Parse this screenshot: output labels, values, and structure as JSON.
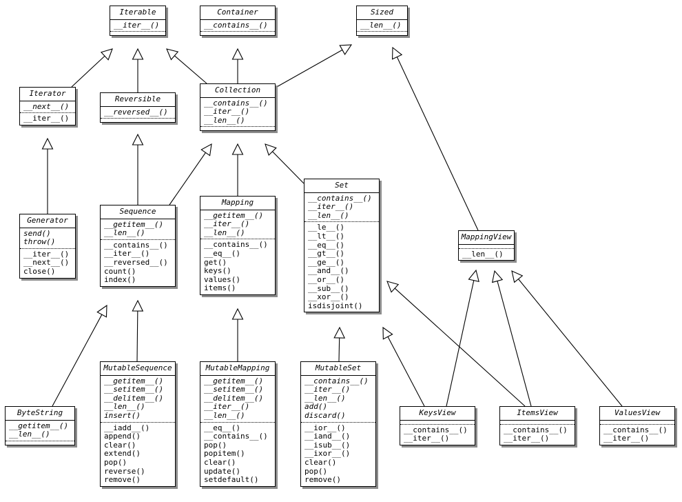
{
  "classes": [
    {
      "id": "iterable",
      "name": "Iterable",
      "abstract": [
        "__iter__()"
      ],
      "concrete": []
    },
    {
      "id": "container",
      "name": "Container",
      "abstract": [
        "__contains__()"
      ],
      "concrete": []
    },
    {
      "id": "sized",
      "name": "Sized",
      "abstract": [
        "__len__()"
      ],
      "concrete": []
    },
    {
      "id": "iterator",
      "name": "Iterator",
      "abstract": [
        "__next__()"
      ],
      "concrete": [
        "__iter__()"
      ]
    },
    {
      "id": "reversible",
      "name": "Reversible",
      "abstract": [
        "__reversed__()"
      ],
      "concrete": []
    },
    {
      "id": "collection",
      "name": "Collection",
      "abstract": [
        "__contains__()",
        "__iter__()",
        "__len__()"
      ],
      "concrete": []
    },
    {
      "id": "generator",
      "name": "Generator",
      "abstract": [
        "send()",
        "throw()"
      ],
      "concrete": [
        "__iter__()",
        "__next__()",
        "close()"
      ]
    },
    {
      "id": "sequence",
      "name": "Sequence",
      "abstract": [
        "__getitem__()",
        "__len__()"
      ],
      "concrete": [
        "__contains__()",
        "__iter__()",
        "__reversed__()",
        "count()",
        "index()"
      ]
    },
    {
      "id": "mapping",
      "name": "Mapping",
      "abstract": [
        "__getitem__()",
        "__iter__()",
        "__len__()"
      ],
      "concrete": [
        "__contains__()",
        "__eq__()",
        "get()",
        "keys()",
        "values()",
        "items()"
      ]
    },
    {
      "id": "set",
      "name": "Set",
      "abstract": [
        "__contains__()",
        "__iter__()",
        "__len__()"
      ],
      "concrete": [
        "__le__()",
        "__lt__()",
        "__eq__()",
        "__gt__()",
        "__ge__()",
        "__and__()",
        "__or__()",
        "__sub__()",
        "__xor__()",
        "isdisjoint()"
      ]
    },
    {
      "id": "mappingview",
      "name": "MappingView",
      "abstract": [],
      "concrete": [
        "__len__()"
      ]
    },
    {
      "id": "bytestring",
      "name": "ByteString",
      "abstract": [
        "__getitem__()",
        "__len__()"
      ],
      "concrete": []
    },
    {
      "id": "mutablesequence",
      "name": "MutableSequence",
      "abstract": [
        "__getitem__()",
        "__setitem__()",
        "__delitem__()",
        "__len__()",
        "insert()"
      ],
      "concrete": [
        "__iadd__()",
        "append()",
        "clear()",
        "extend()",
        "pop()",
        "reverse()",
        "remove()"
      ]
    },
    {
      "id": "mutablemapping",
      "name": "MutableMapping",
      "abstract": [
        "__getitem__()",
        "__setitem__()",
        "__delitem__()",
        "__iter__()",
        "__len__()"
      ],
      "concrete": [
        "__eq__()",
        "__contains__()",
        "pop()",
        "popitem()",
        "clear()",
        "update()",
        "setdefault()"
      ]
    },
    {
      "id": "mutableset",
      "name": "MutableSet",
      "abstract": [
        "__contains__()",
        "__iter__()",
        "__len__()",
        "add()",
        "discard()"
      ],
      "concrete": [
        "__ior__()",
        "__iand__()",
        "__isub__()",
        "__ixor__()",
        "clear()",
        "pop()",
        "remove()"
      ]
    },
    {
      "id": "keysview",
      "name": "KeysView",
      "abstract": [],
      "concrete": [
        "__contains__()",
        "__iter__()"
      ]
    },
    {
      "id": "itemsview",
      "name": "ItemsView",
      "abstract": [],
      "concrete": [
        "__contains__()",
        "__iter__()"
      ]
    },
    {
      "id": "valuesview",
      "name": "ValuesView",
      "abstract": [],
      "concrete": [
        "__contains__()",
        "__iter__()"
      ]
    }
  ],
  "inheritance": [
    {
      "child": "iterator",
      "parent": "iterable"
    },
    {
      "child": "reversible",
      "parent": "iterable"
    },
    {
      "child": "collection",
      "parent": "iterable"
    },
    {
      "child": "collection",
      "parent": "container"
    },
    {
      "child": "collection",
      "parent": "sized"
    },
    {
      "child": "mappingview",
      "parent": "sized"
    },
    {
      "child": "generator",
      "parent": "iterator"
    },
    {
      "child": "sequence",
      "parent": "reversible"
    },
    {
      "child": "sequence",
      "parent": "collection"
    },
    {
      "child": "mapping",
      "parent": "collection"
    },
    {
      "child": "set",
      "parent": "collection"
    },
    {
      "child": "bytestring",
      "parent": "sequence"
    },
    {
      "child": "mutablesequence",
      "parent": "sequence"
    },
    {
      "child": "mutablemapping",
      "parent": "mapping"
    },
    {
      "child": "mutableset",
      "parent": "set"
    },
    {
      "child": "keysview",
      "parent": "set"
    },
    {
      "child": "itemsview",
      "parent": "set"
    },
    {
      "child": "keysview",
      "parent": "mappingview"
    },
    {
      "child": "itemsview",
      "parent": "mappingview"
    },
    {
      "child": "valuesview",
      "parent": "mappingview"
    }
  ]
}
